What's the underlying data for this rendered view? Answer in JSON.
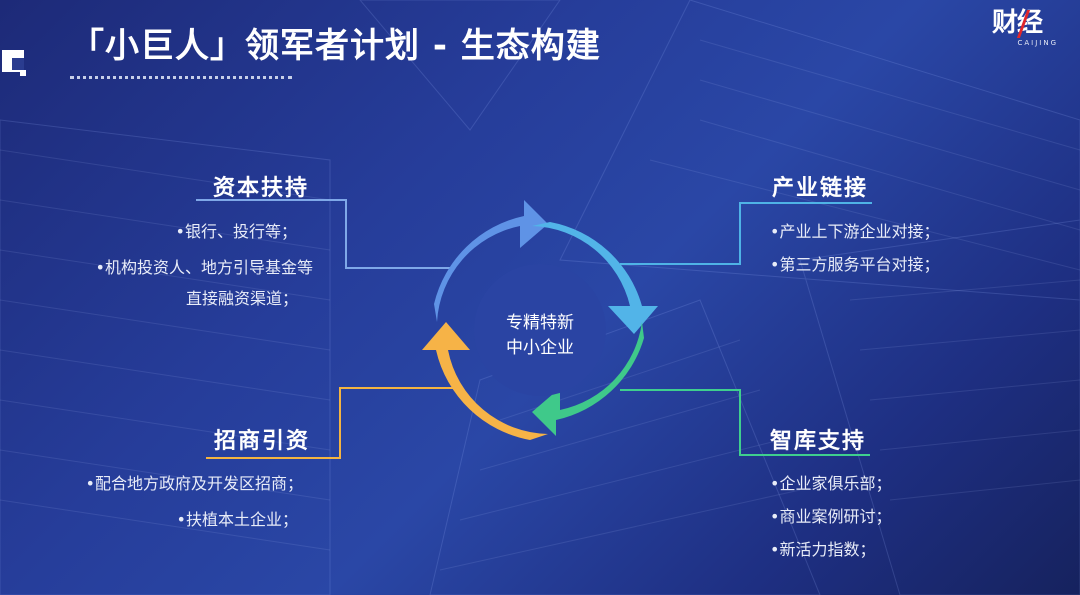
{
  "slide": {
    "title": "「小巨人」领军者计划 - 生态构建",
    "logo": {
      "text": "财经",
      "sub": "CAIJING"
    }
  },
  "center": {
    "lines": [
      "专精特新",
      "中小企业"
    ]
  },
  "sections": {
    "top_left": {
      "heading": "资本扶持",
      "items": [
        "•银行、投行等；",
        "•机构投资人、地方引导基金等",
        "直接融资渠道；"
      ],
      "color": "#7fa8e8"
    },
    "top_right": {
      "heading": "产业链接",
      "items": [
        "•产业上下游企业对接；",
        "•第三方服务平台对接；"
      ],
      "color": "#4fb3e6"
    },
    "bottom_left": {
      "heading": "招商引资",
      "items": [
        "•配合地方政府及开发区招商；",
        "•扶植本土企业；"
      ],
      "color": "#f5b441"
    },
    "bottom_right": {
      "heading": "智库支持",
      "items": [
        "•企业家俱乐部；",
        "•商业案例研讨；",
        "•新活力指数；"
      ],
      "color": "#3fcf8e"
    }
  },
  "colors": {
    "segment_top_left": "#5f93e6",
    "segment_top_right": "#52b4e8",
    "segment_bottom_right": "#3fc98a",
    "segment_bottom_left": "#f6b347",
    "center_fill": "#2a44a3"
  }
}
